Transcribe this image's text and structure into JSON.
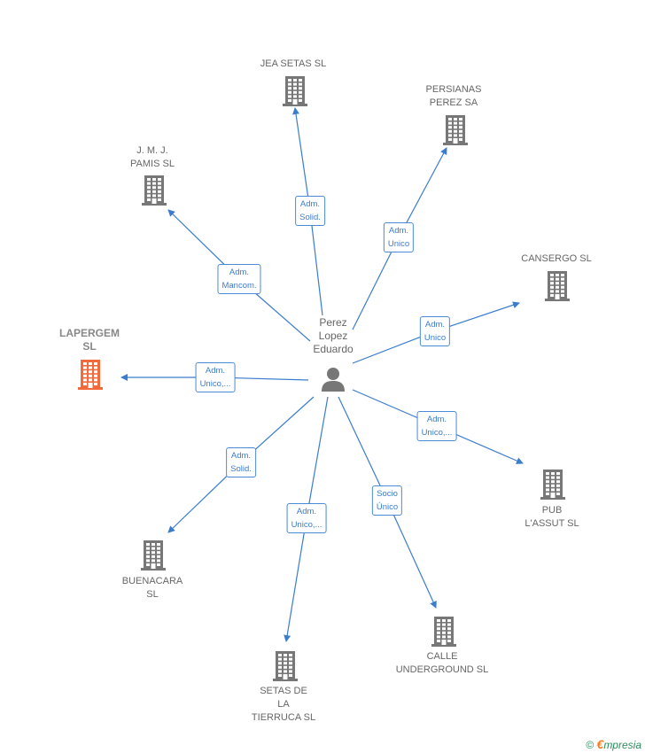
{
  "center": {
    "label": "Perez\nLopez\nEduardo",
    "icon": "person-icon"
  },
  "colors": {
    "edge": "#3a7ccd",
    "building": "#777777",
    "focus": "#f26a3b"
  },
  "nodes": [
    {
      "id": "jea",
      "label": "JEA SETAS  SL",
      "relation": "Adm.\nSolid.",
      "focus": false
    },
    {
      "id": "persianas",
      "label": "PERSIANAS\nPEREZ SA",
      "relation": "Adm.\nUnico",
      "focus": false
    },
    {
      "id": "jmj",
      "label": "J.  M. J.\nPAMIS SL",
      "relation": "Adm.\nMancom.",
      "focus": false
    },
    {
      "id": "cansergo",
      "label": "CANSERGO  SL",
      "relation": "Adm.\nUnico",
      "focus": false
    },
    {
      "id": "lapergem",
      "label": "LAPERGEM\nSL",
      "relation": "Adm.\nUnico,...",
      "focus": true
    },
    {
      "id": "pub",
      "label": "PUB\nL'ASSUT  SL",
      "relation": "Adm.\nUnico,...",
      "focus": false
    },
    {
      "id": "buenacara",
      "label": "BUENACARA\nSL",
      "relation": "Adm.\nSolid.",
      "focus": false
    },
    {
      "id": "setas",
      "label": "SETAS DE\nLA\nTIERRUCA  SL",
      "relation": "Adm.\nUnico,...",
      "focus": false
    },
    {
      "id": "calle",
      "label": "CALLE\nUNDERGROUND SL",
      "relation": "Socio\nÚnico",
      "focus": false
    }
  ],
  "footer": {
    "copyright": "©",
    "brand_initial": "€",
    "brand_rest": "mpresia"
  }
}
